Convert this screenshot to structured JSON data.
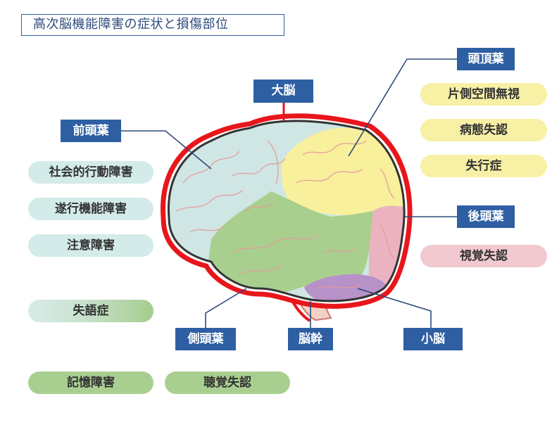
{
  "title": "高次脳機能障害の症状と損傷部位",
  "regions": {
    "cerebrum": "大脳",
    "frontal": "前頭葉",
    "parietal": "頭頂葉",
    "occipital": "後頭葉",
    "temporal": "側頭葉",
    "brainstem": "脳幹",
    "cerebellum": "小脳"
  },
  "symptoms": {
    "frontal": [
      "社会的行動障害",
      "遂行機能障害",
      "注意障害"
    ],
    "frontal_temporal": "失語症",
    "temporal": [
      "記憶障害",
      "聴覚失認"
    ],
    "parietal": [
      "片側空間無視",
      "病態失認",
      "失行症"
    ],
    "occipital": [
      "視覚失認"
    ]
  },
  "colors": {
    "label_bg": "#2e5fa3",
    "cerebrum_outline": "#e8161b",
    "frontal": "#cfe6e4",
    "parietal": "#f8f09c",
    "occipital": "#ebb3bf",
    "temporal": "#a9cf8f",
    "cerebellum": "#b692c8",
    "brainstem": "#f2d2c6"
  }
}
